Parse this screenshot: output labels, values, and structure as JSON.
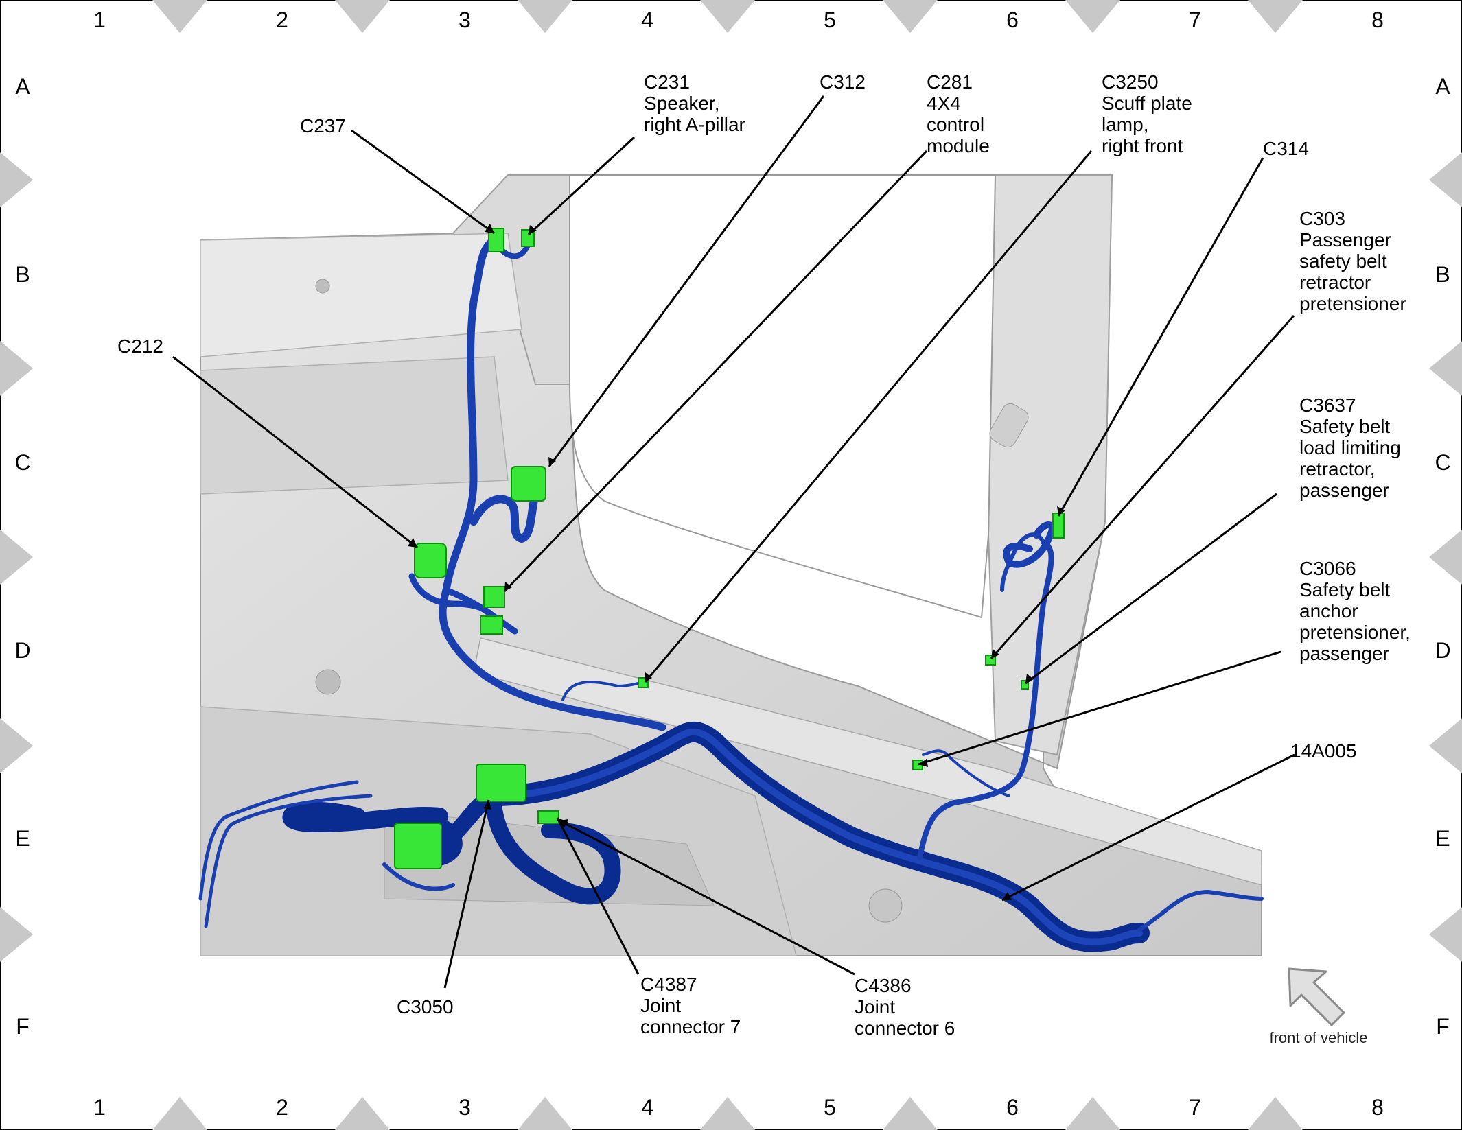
{
  "grid": {
    "columns": [
      "1",
      "2",
      "3",
      "4",
      "5",
      "6",
      "7",
      "8"
    ],
    "rows": [
      "A",
      "B",
      "C",
      "D",
      "E",
      "F"
    ]
  },
  "callouts": {
    "c237": [
      "C237"
    ],
    "c231": [
      "C231",
      "Speaker,",
      "right A-pillar"
    ],
    "c312": [
      "C312"
    ],
    "c281": [
      "C281",
      "4X4",
      "control",
      "module"
    ],
    "c3250": [
      "C3250",
      "Scuff plate",
      "lamp,",
      "right front"
    ],
    "c314": [
      "C314"
    ],
    "c303": [
      "C303",
      "Passenger",
      "safety belt",
      "retractor",
      "pretensioner"
    ],
    "c212": [
      "C212"
    ],
    "c3637": [
      "C3637",
      "Safety belt",
      "load limiting",
      "retractor,",
      "passenger"
    ],
    "c3066": [
      "C3066",
      "Safety belt",
      "anchor",
      "pretensioner,",
      "passenger"
    ],
    "h14a005": [
      "14A005"
    ],
    "c3050": [
      "C3050"
    ],
    "c4387": [
      "C4387",
      "Joint",
      "connector 7"
    ],
    "c4386": [
      "C4386",
      "Joint",
      "connector 6"
    ]
  },
  "orientation": {
    "label": "front of vehicle",
    "icon": "arrow-up-left-icon"
  },
  "colors": {
    "harness": "#1a3fb0",
    "connector": "#37e637",
    "body": "#d9d9d9"
  }
}
